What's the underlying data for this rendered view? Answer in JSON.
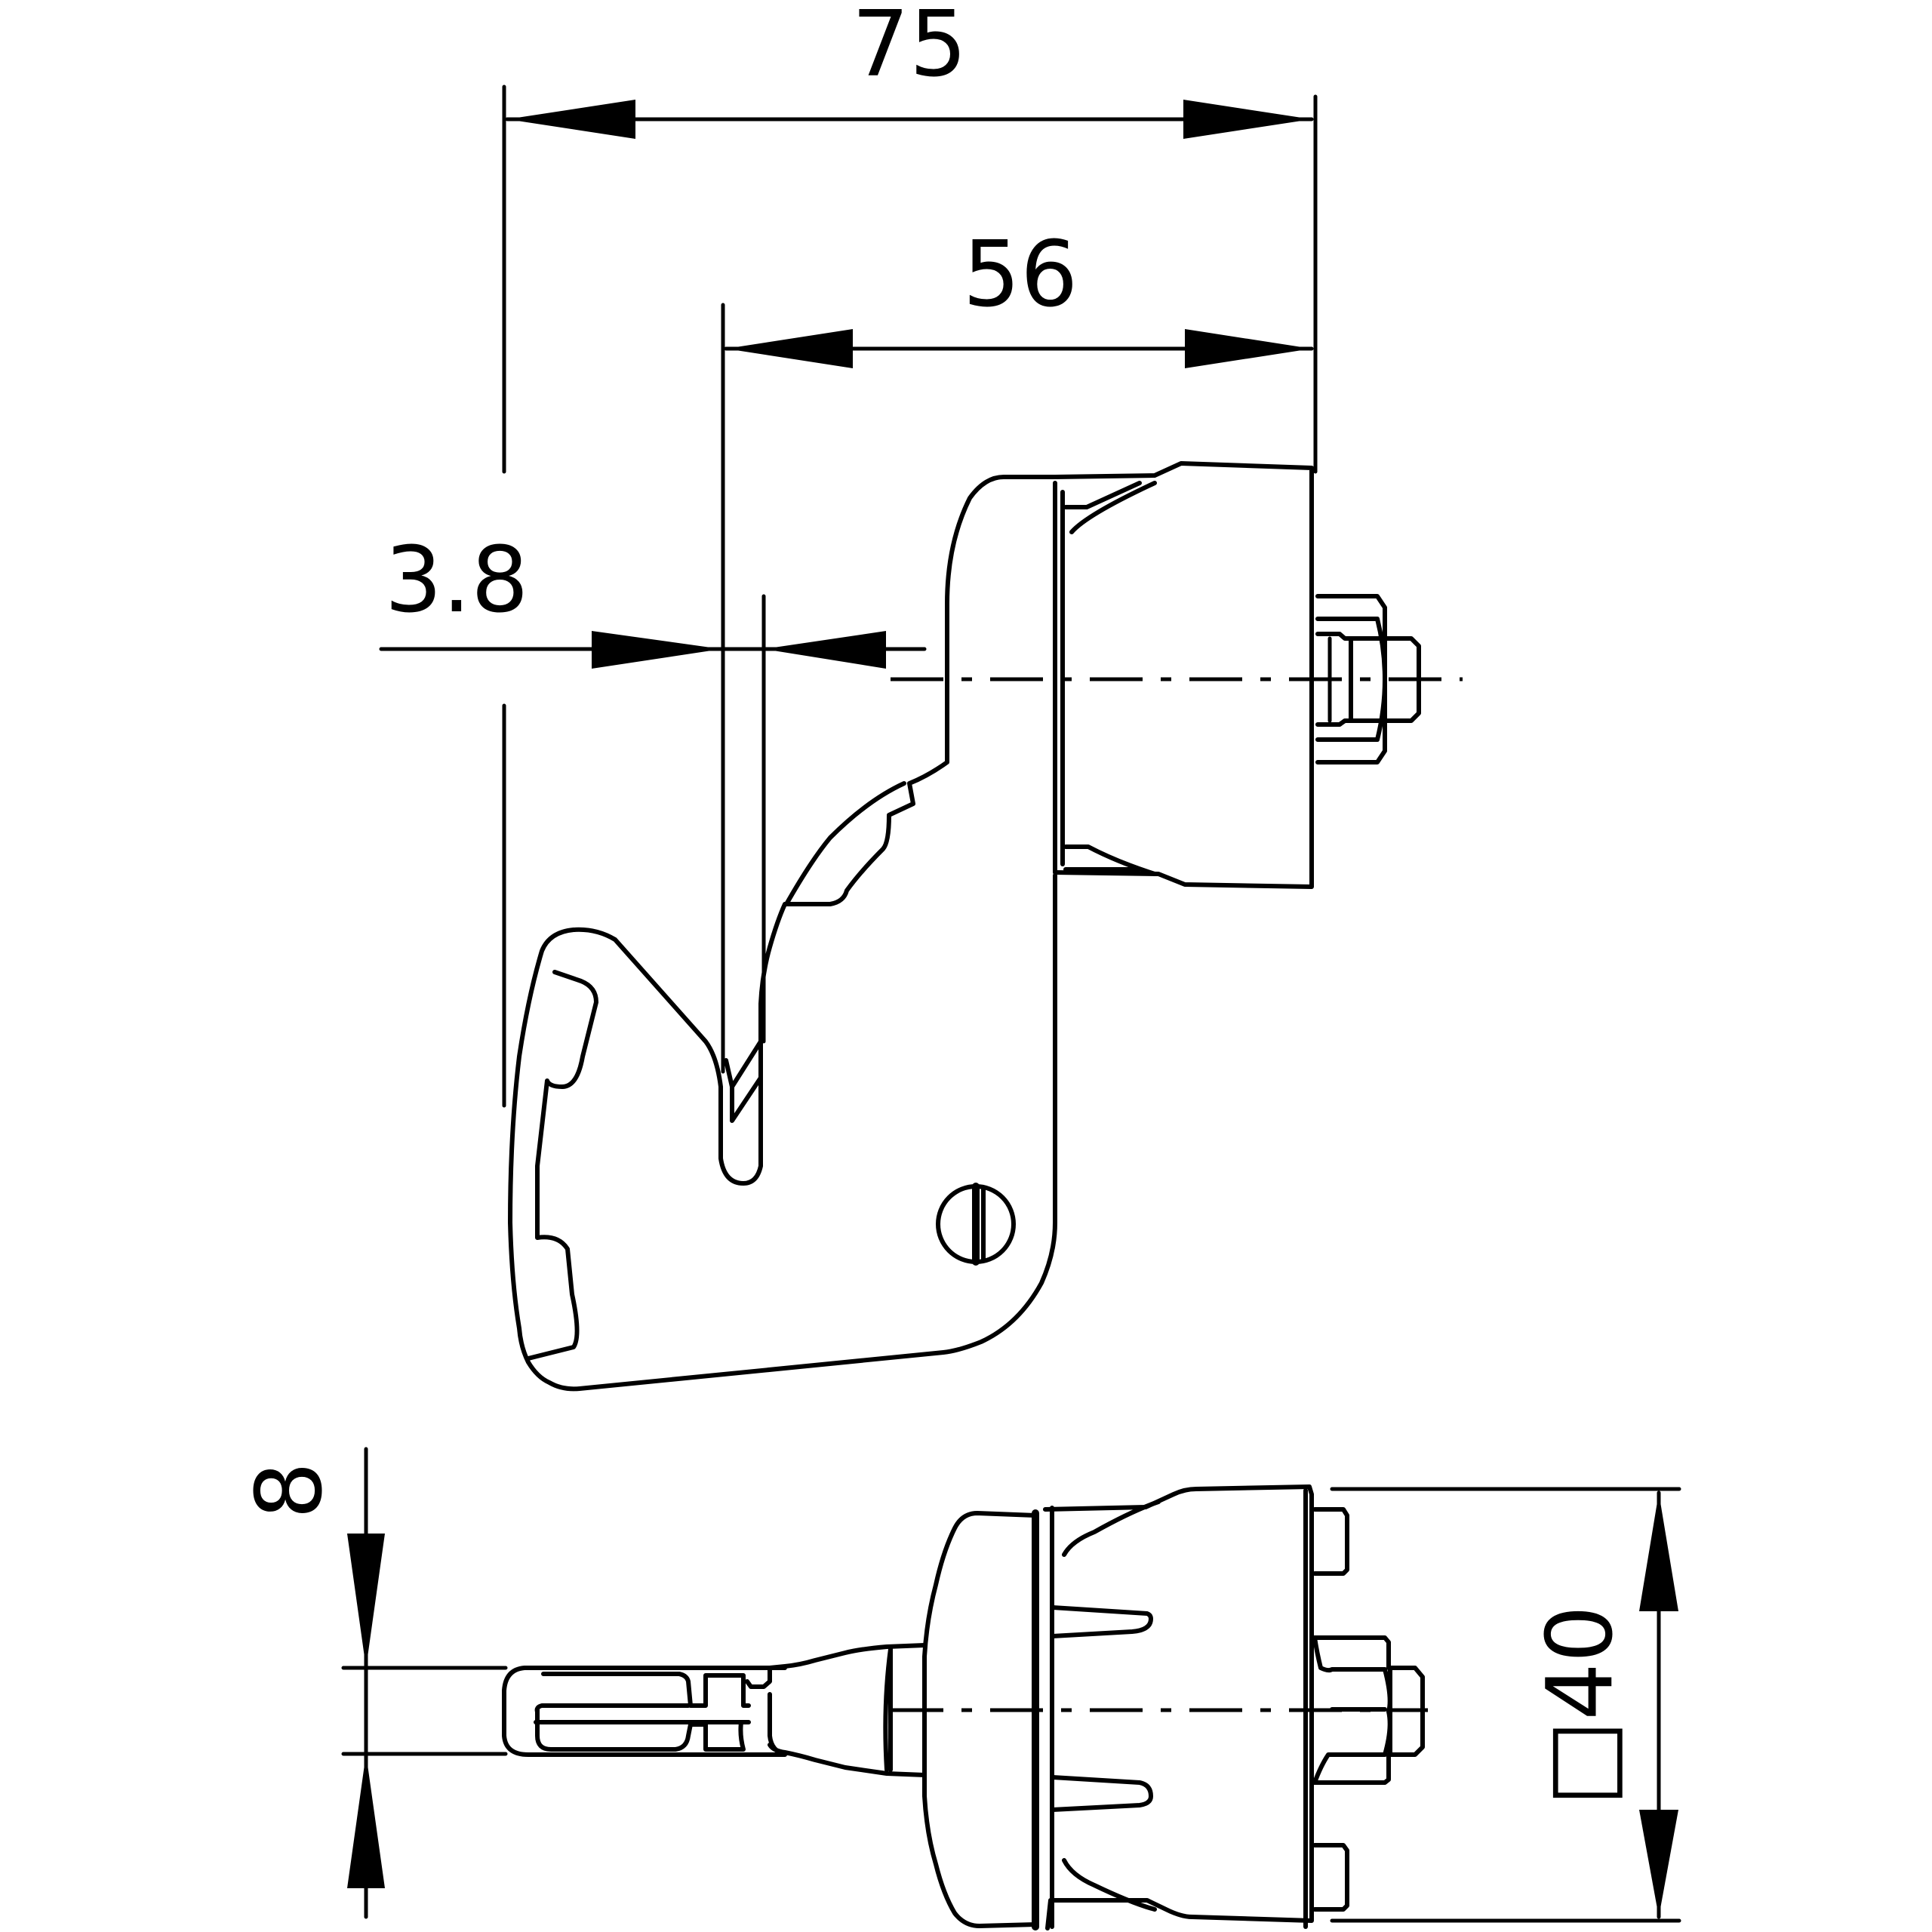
{
  "dimensions": {
    "overall_length": "75",
    "body_length": "56",
    "key_thickness": "3.8",
    "key_width": "8",
    "square_size": "□40"
  }
}
